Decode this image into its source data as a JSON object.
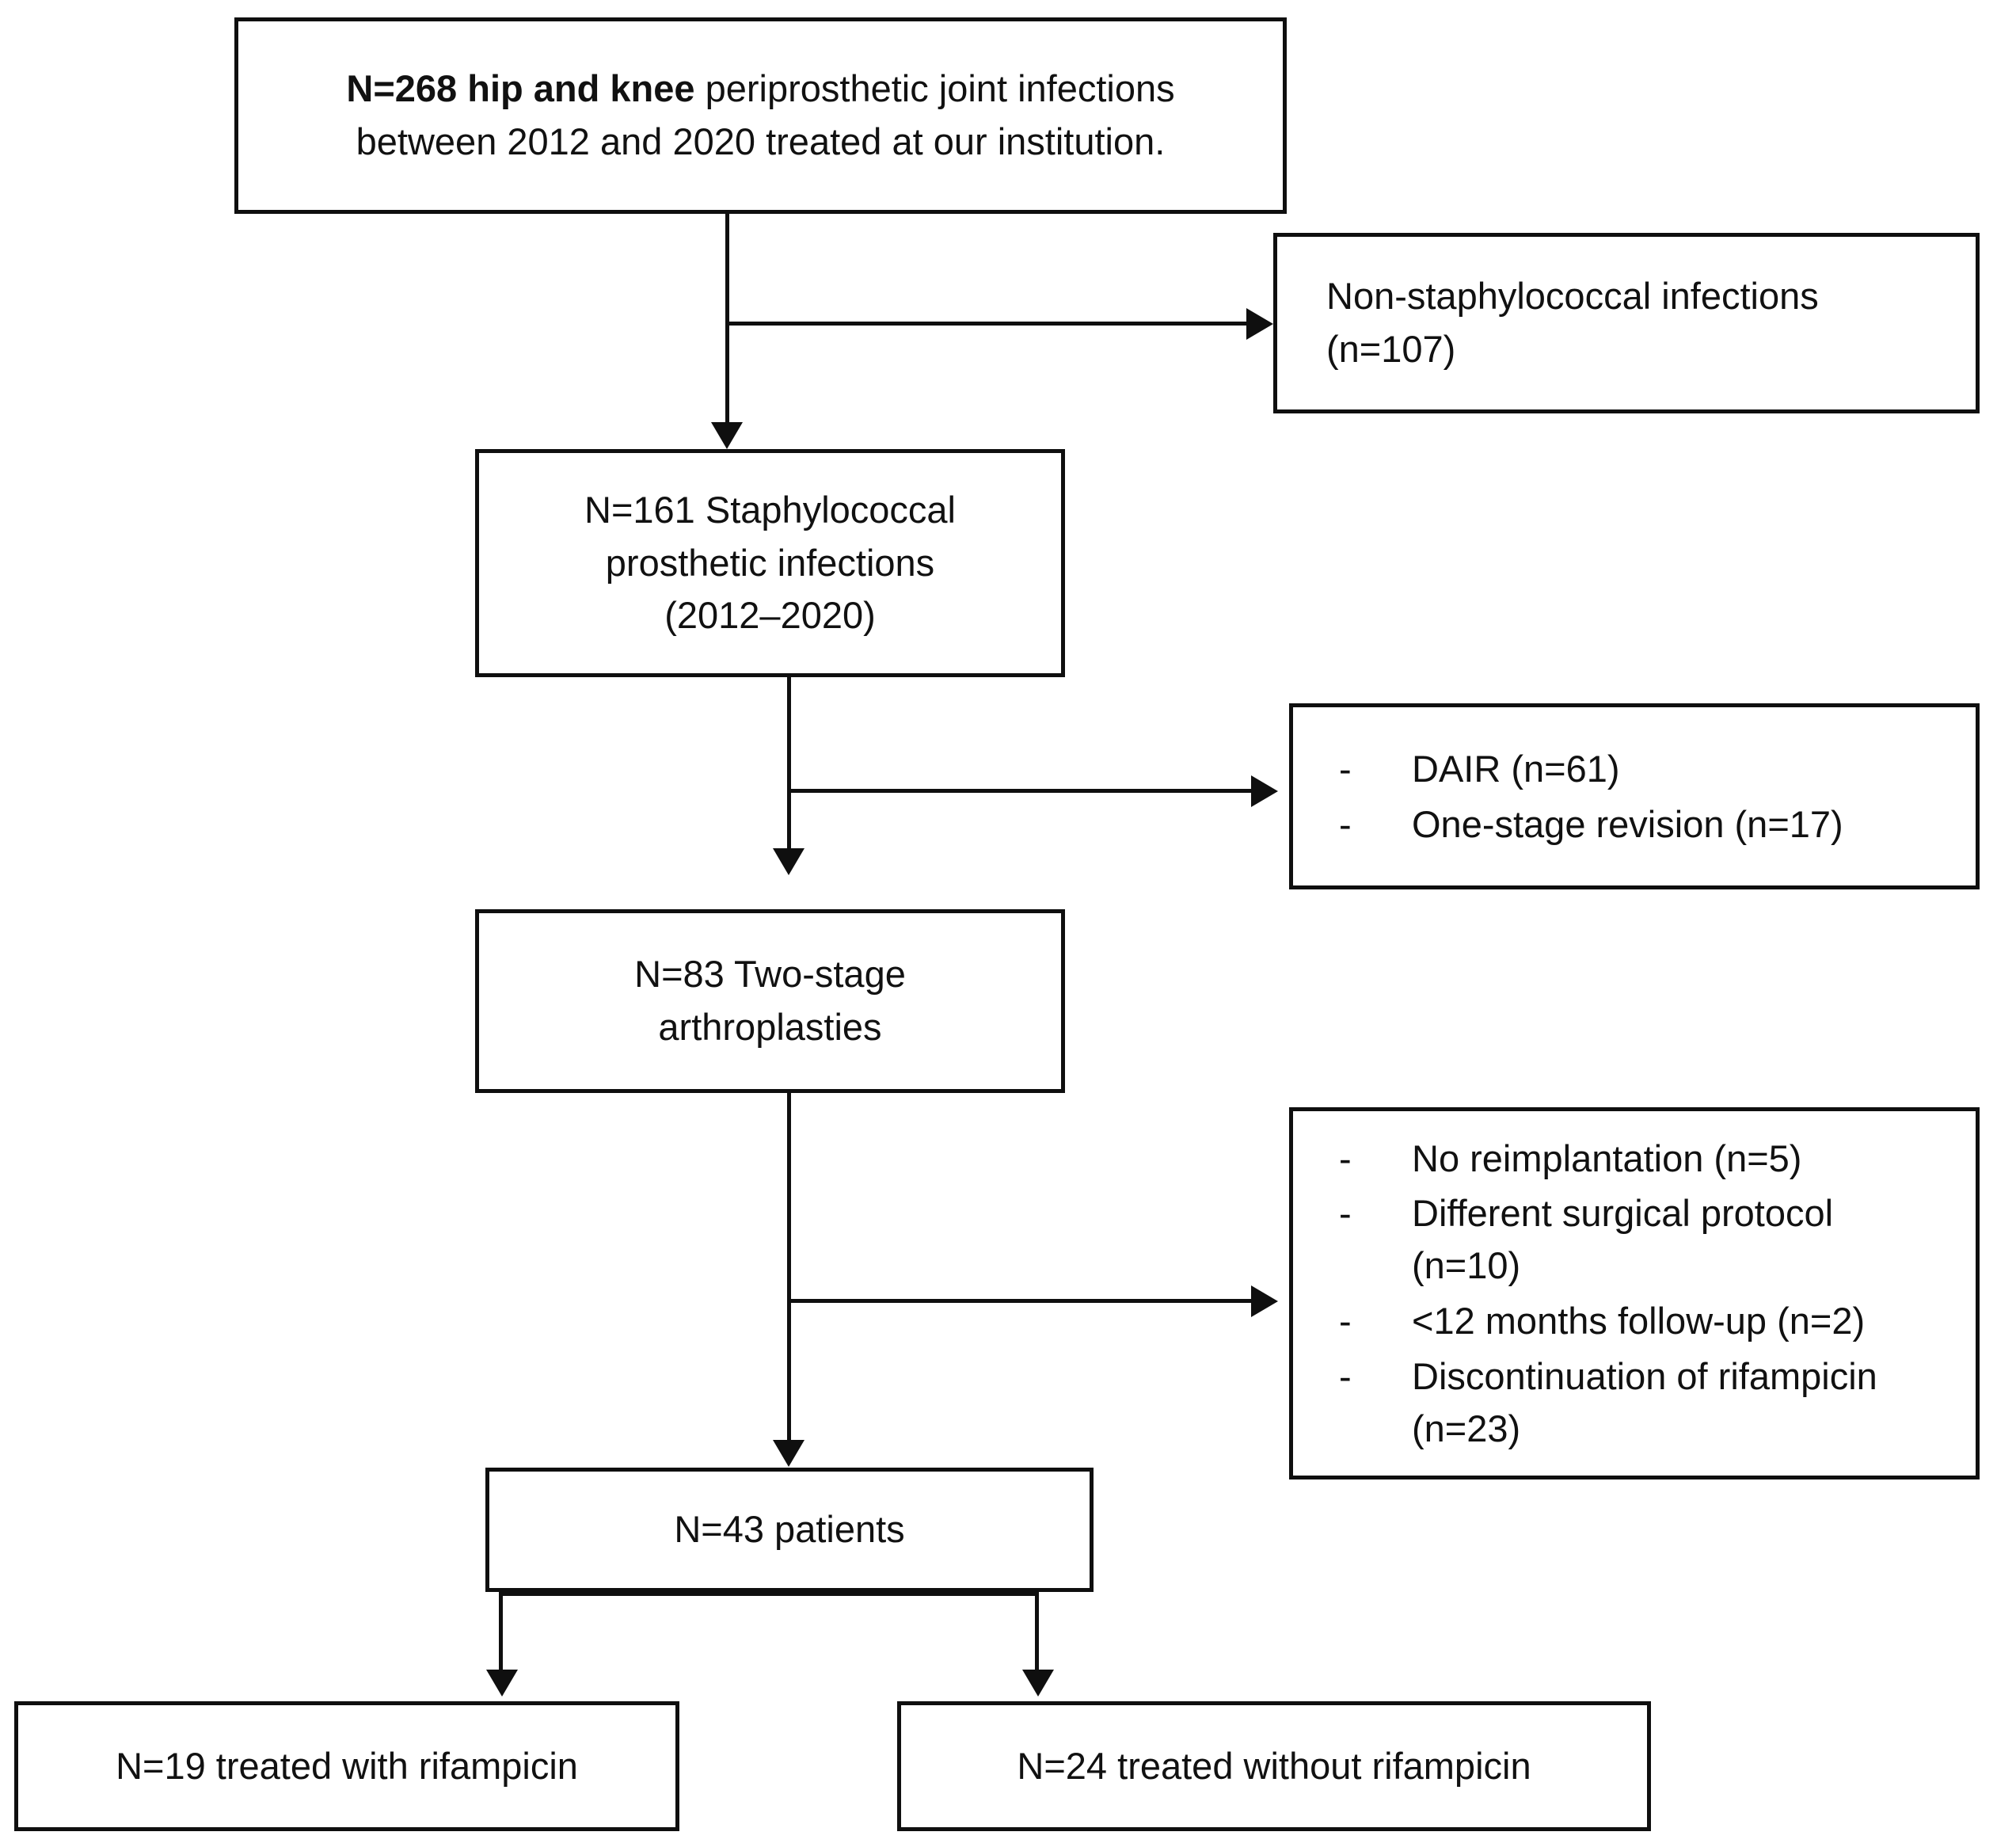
{
  "figure": {
    "type": "flowchart",
    "title": "Patient selection flow diagram",
    "colors": {
      "stroke": "#0f0f0f",
      "fill": "#ffffff",
      "text": "#111111"
    }
  },
  "nodes": {
    "cohort_total": {
      "line1_strong": "N=268 hip and knee",
      "line1_rest": " periprosthetic joint infections",
      "line2": "between 2012 and 2020 treated at our institution."
    },
    "excluded_nonstaph": {
      "line1": "Non-staphylococcal infections",
      "line2": "(n=107)"
    },
    "staph_infections": {
      "line1": "N=161 Staphylococcal",
      "line2": "prosthetic infections",
      "line3": "(2012–2020)"
    },
    "excluded_surgery": {
      "bullets": [
        "DAIR (n=61)",
        "One-stage revision (n=17)"
      ],
      "dash": "-"
    },
    "two_stage": {
      "line1": "N=83 Two-stage",
      "line2": "arthroplasties"
    },
    "excluded_other": {
      "bullets": [
        "No reimplantation (n=5)",
        "Different surgical protocol (n=10)",
        "<12 months follow-up (n=2)",
        "Discontinuation of rifampicin (n=23)"
      ],
      "dash": "-"
    },
    "final_cohort": {
      "line1": "N=43 patients"
    },
    "arm_with_rifampicin": {
      "line1": "N=19 treated with rifampicin"
    },
    "arm_without_rifampicin": {
      "line1": "N=24 treated without rifampicin"
    }
  },
  "counts": {
    "total_pji": 268,
    "non_staphylococcal_excluded": 107,
    "staphylococcal": 161,
    "dair": 61,
    "one_stage_revision": 17,
    "two_stage_arthroplasties": 83,
    "no_reimplantation": 5,
    "different_surgical_protocol": 10,
    "short_followup": 2,
    "discontinuation_rifampicin": 23,
    "final_patients": 43,
    "with_rifampicin": 19,
    "without_rifampicin": 24
  }
}
